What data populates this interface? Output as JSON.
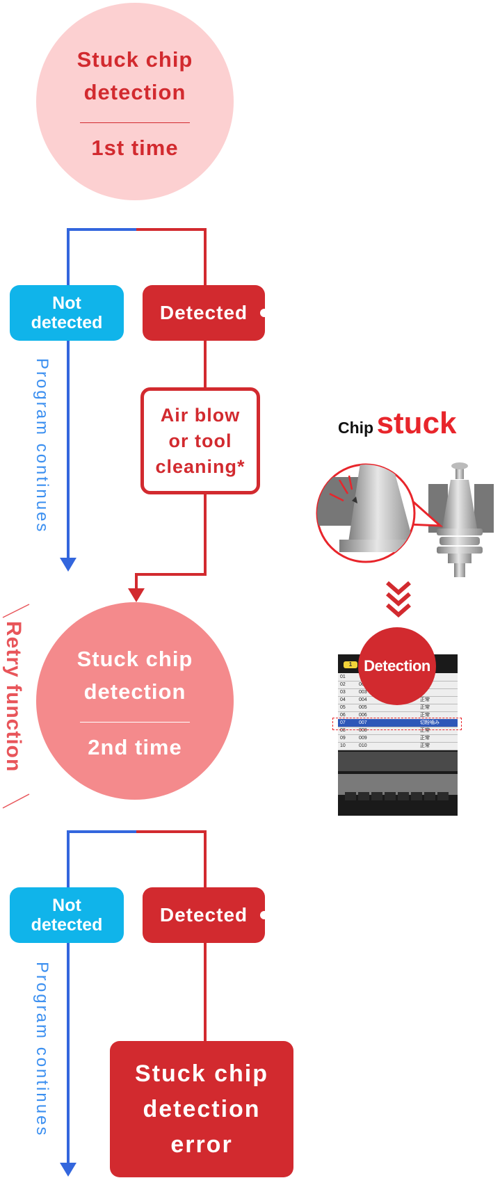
{
  "first_circle": {
    "title_line1": "Stuck chip",
    "title_line2": "detection",
    "subtitle": "1st time"
  },
  "second_circle": {
    "title_line1": "Stuck chip",
    "title_line2": "detection",
    "subtitle": "2nd time"
  },
  "branch1": {
    "not_detected_line1": "Not",
    "not_detected_line2": "detected",
    "detected": "Detected",
    "program_continues": "Program continues"
  },
  "air_blow": {
    "line1": "Air blow",
    "line2": "or tool",
    "line3": "cleaning*"
  },
  "retry": "Retry function",
  "branch2": {
    "not_detected_line1": "Not",
    "not_detected_line2": "detected",
    "detected": "Detected",
    "program_continues": "Program continues"
  },
  "error_box": {
    "line1": "Stuck chip",
    "line2": "detection",
    "line3": "error"
  },
  "illustration": {
    "chip_label": "Chip",
    "stuck_label": "stuck",
    "detection_badge": "Detection",
    "screen_tab": "1",
    "screen_rows": [
      {
        "no": "01",
        "tool": "",
        "status": ""
      },
      {
        "no": "02",
        "tool": "002",
        "status": ""
      },
      {
        "no": "03",
        "tool": "003",
        "status": ""
      },
      {
        "no": "04",
        "tool": "004",
        "status": "正常"
      },
      {
        "no": "05",
        "tool": "005",
        "status": "正常"
      },
      {
        "no": "06",
        "tool": "006",
        "status": "正常"
      },
      {
        "no": "07",
        "tool": "007",
        "status": "切粉噛み"
      },
      {
        "no": "08",
        "tool": "008",
        "status": "正常"
      },
      {
        "no": "09",
        "tool": "009",
        "status": "正常"
      },
      {
        "no": "10",
        "tool": "010",
        "status": "正常"
      }
    ]
  },
  "colors": {
    "red": "#d22a2f",
    "blue": "#3366dd",
    "cyan": "#10b4ea",
    "pink_light": "#fcd0d1",
    "pink": "#f48a8c"
  }
}
